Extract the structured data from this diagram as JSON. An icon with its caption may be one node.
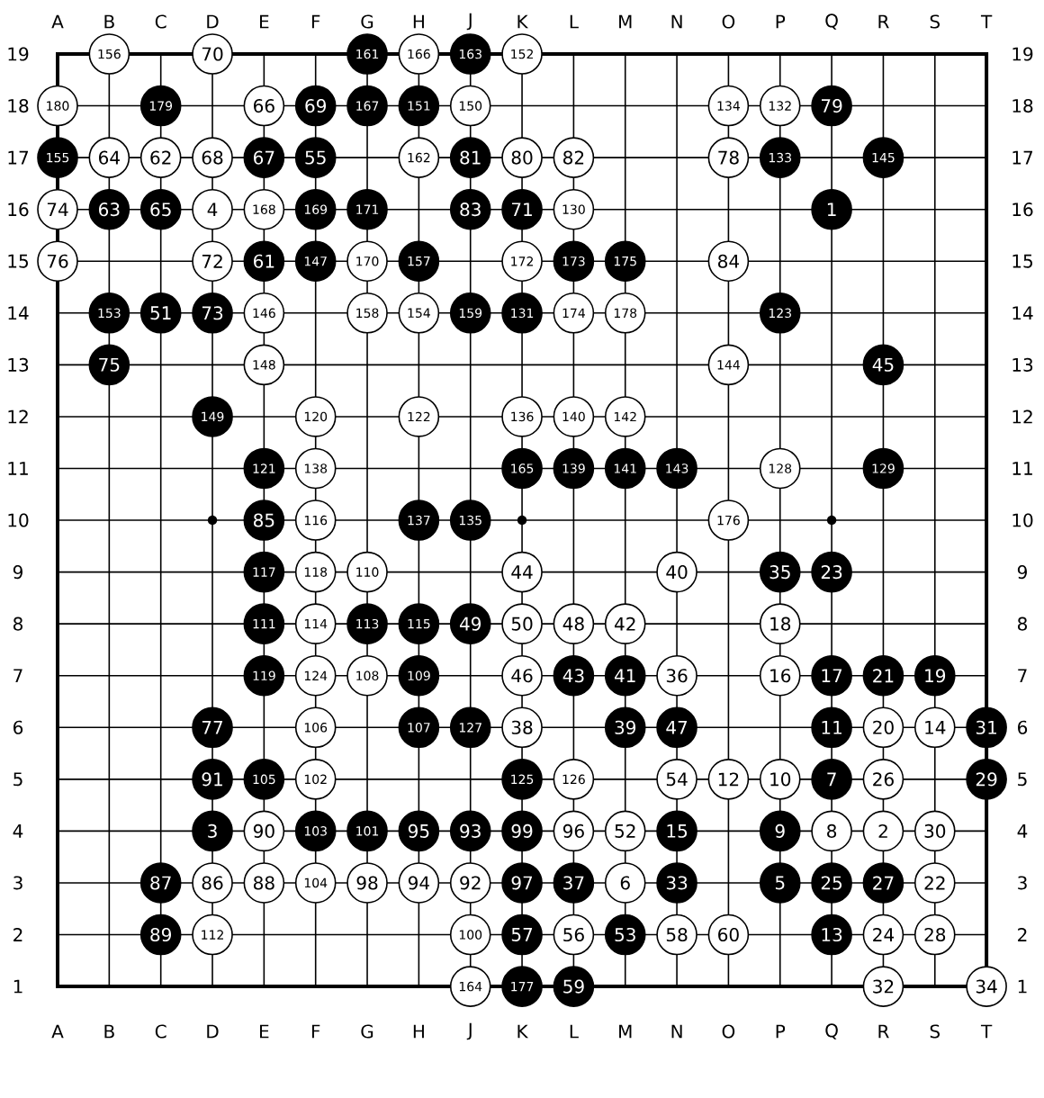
{
  "diagram": {
    "nodes": [
      {
        "text": [
          "156"
        ]
      },
      {
        "text": [
          "70"
        ]
      },
      {
        "text": [
          "161"
        ]
      },
      {
        "text": [
          "166"
        ]
      },
      {
        "text": [
          "163"
        ]
      },
      {
        "text": [
          "152"
        ]
      },
      {
        "text": [
          "180"
        ]
      },
      {
        "text": [
          "179"
        ]
      },
      {
        "text": [
          "66"
        ]
      },
      {
        "text": [
          "69"
        ]
      },
      {
        "text": [
          "167"
        ]
      },
      {
        "text": [
          "151"
        ]
      },
      {
        "text": [
          "150"
        ]
      },
      {
        "text": [
          "134"
        ]
      },
      {
        "text": [
          "132"
        ]
      },
      {
        "text": [
          "79"
        ]
      },
      {
        "text": [
          "155"
        ]
      },
      {
        "text": [
          "64"
        ]
      },
      {
        "text": [
          "62"
        ]
      },
      {
        "text": [
          "68"
        ]
      },
      {
        "text": [
          "67"
        ]
      },
      {
        "text": [
          "55"
        ]
      },
      {
        "text": [
          "162"
        ]
      },
      {
        "text": [
          "81"
        ]
      },
      {
        "text": [
          "80"
        ]
      },
      {
        "text": [
          "82"
        ]
      },
      {
        "text": [
          "78"
        ]
      },
      {
        "text": [
          "133"
        ]
      },
      {
        "text": [
          "145"
        ]
      },
      {
        "text": [
          "74"
        ]
      },
      {
        "text": [
          "63"
        ]
      },
      {
        "text": [
          "65"
        ]
      },
      {
        "text": [
          "4"
        ]
      },
      {
        "text": [
          "168"
        ]
      },
      {
        "text": [
          "169"
        ]
      },
      {
        "text": [
          "171"
        ]
      },
      {
        "text": [
          "83"
        ]
      },
      {
        "text": [
          "71"
        ]
      },
      {
        "text": [
          "130"
        ]
      },
      {
        "text": [
          "1"
        ]
      },
      {
        "text": [
          "76"
        ]
      },
      {
        "text": [
          "72"
        ]
      },
      {
        "text": [
          "61"
        ]
      },
      {
        "text": [
          "147"
        ]
      },
      {
        "text": [
          "170"
        ]
      },
      {
        "text": [
          "157"
        ]
      },
      {
        "text": [
          "172"
        ]
      },
      {
        "text": [
          "173"
        ]
      },
      {
        "text": [
          "175"
        ]
      },
      {
        "text": [
          "84"
        ]
      },
      {
        "text": [
          "153"
        ]
      },
      {
        "text": [
          "51"
        ]
      },
      {
        "text": [
          "73"
        ]
      },
      {
        "text": [
          "146"
        ]
      },
      {
        "text": [
          "158"
        ]
      },
      {
        "text": [
          "154"
        ]
      },
      {
        "text": [
          "159"
        ]
      },
      {
        "text": [
          "131"
        ]
      },
      {
        "text": [
          "174"
        ]
      },
      {
        "text": [
          "178"
        ]
      },
      {
        "text": [
          "123"
        ]
      },
      {
        "text": [
          "75"
        ]
      },
      {
        "text": [
          "148"
        ]
      },
      {
        "text": [
          "144"
        ]
      },
      {
        "text": [
          "45"
        ]
      },
      {
        "text": [
          "149"
        ]
      },
      {
        "text": [
          "120"
        ]
      },
      {
        "text": [
          "122"
        ]
      },
      {
        "text": [
          "136"
        ]
      },
      {
        "text": [
          "140"
        ]
      },
      {
        "text": [
          "142"
        ]
      },
      {
        "text": [
          "121"
        ]
      },
      {
        "text": [
          "138"
        ]
      },
      {
        "text": [
          "165"
        ]
      },
      {
        "text": [
          "139"
        ]
      },
      {
        "text": [
          "141"
        ]
      },
      {
        "text": [
          "143"
        ]
      },
      {
        "text": [
          "128"
        ]
      },
      {
        "text": [
          "129"
        ]
      },
      {
        "text": [
          "85"
        ]
      },
      {
        "text": [
          "116"
        ]
      },
      {
        "text": [
          "137"
        ]
      },
      {
        "text": [
          "135"
        ]
      },
      {
        "text": [
          "176"
        ]
      },
      {
        "text": [
          "117"
        ]
      },
      {
        "text": [
          "118"
        ]
      },
      {
        "text": [
          "110"
        ]
      },
      {
        "text": [
          "44"
        ]
      },
      {
        "text": [
          "40"
        ]
      },
      {
        "text": [
          "35"
        ]
      },
      {
        "text": [
          "23"
        ]
      },
      {
        "text": [
          "111"
        ]
      },
      {
        "text": [
          "114"
        ]
      },
      {
        "text": [
          "113"
        ]
      },
      {
        "text": [
          "115"
        ]
      },
      {
        "text": [
          "49"
        ]
      },
      {
        "text": [
          "50"
        ]
      },
      {
        "text": [
          "48"
        ]
      },
      {
        "text": [
          "42"
        ]
      },
      {
        "text": [
          "18"
        ]
      },
      {
        "text": [
          "119"
        ]
      },
      {
        "text": [
          "124"
        ]
      },
      {
        "text": [
          "108"
        ]
      },
      {
        "text": [
          "109"
        ]
      },
      {
        "text": [
          "46"
        ]
      },
      {
        "text": [
          "43"
        ]
      },
      {
        "text": [
          "41"
        ]
      },
      {
        "text": [
          "36"
        ]
      },
      {
        "text": [
          "16"
        ]
      },
      {
        "text": [
          "17"
        ]
      },
      {
        "text": [
          "21"
        ]
      },
      {
        "text": [
          "19"
        ]
      },
      {
        "text": [
          "77"
        ]
      },
      {
        "text": [
          "106"
        ]
      },
      {
        "text": [
          "107"
        ]
      },
      {
        "text": [
          "127"
        ]
      },
      {
        "text": [
          "38"
        ]
      },
      {
        "text": [
          "39"
        ]
      },
      {
        "text": [
          "47"
        ]
      },
      {
        "text": [
          "11"
        ]
      },
      {
        "text": [
          "20"
        ]
      },
      {
        "text": [
          "14"
        ]
      },
      {
        "text": [
          "31"
        ]
      },
      {
        "text": [
          "91"
        ]
      },
      {
        "text": [
          "105"
        ]
      },
      {
        "text": [
          "102"
        ]
      },
      {
        "text": [
          "125"
        ]
      },
      {
        "text": [
          "126"
        ]
      },
      {
        "text": [
          "54"
        ]
      },
      {
        "text": [
          "12"
        ]
      },
      {
        "text": [
          "10"
        ]
      },
      {
        "text": [
          "7"
        ]
      },
      {
        "text": [
          "26"
        ]
      },
      {
        "text": [
          "29"
        ]
      },
      {
        "text": [
          "3"
        ]
      },
      {
        "text": [
          "90"
        ]
      },
      {
        "text": [
          "103"
        ]
      },
      {
        "text": [
          "101"
        ]
      },
      {
        "text": [
          "95"
        ]
      },
      {
        "text": [
          "93"
        ]
      },
      {
        "text": [
          "99"
        ]
      },
      {
        "text": [
          "96"
        ]
      },
      {
        "text": [
          "52"
        ]
      },
      {
        "text": [
          "15"
        ]
      },
      {
        "text": [
          "9"
        ]
      },
      {
        "text": [
          "8"
        ]
      },
      {
        "text": [
          "2"
        ]
      },
      {
        "text": [
          "30"
        ]
      },
      {
        "text": [
          "87"
        ]
      },
      {
        "text": [
          "86"
        ]
      },
      {
        "text": [
          "88"
        ]
      },
      {
        "text": [
          "104"
        ]
      },
      {
        "text": [
          "98"
        ]
      },
      {
        "text": [
          "94"
        ]
      },
      {
        "text": [
          "92"
        ]
      },
      {
        "text": [
          "97"
        ]
      },
      {
        "text": [
          "37"
        ]
      },
      {
        "text": [
          "6"
        ]
      },
      {
        "text": [
          "33"
        ]
      },
      {
        "text": [
          "5"
        ]
      },
      {
        "text": [
          "25"
        ]
      },
      {
        "text": [
          "27"
        ]
      },
      {
        "text": [
          "22"
        ]
      },
      {
        "text": [
          "89"
        ]
      },
      {
        "text": [
          "112"
        ]
      },
      {
        "text": [
          "100"
        ]
      },
      {
        "text": [
          "57"
        ]
      },
      {
        "text": [
          "56"
        ]
      },
      {
        "text": [
          "53"
        ]
      },
      {
        "text": [
          "58"
        ]
      },
      {
        "text": [
          "60"
        ]
      },
      {
        "text": [
          "13"
        ]
      },
      {
        "text": [
          "24"
        ]
      },
      {
        "text": [
          "28"
        ]
      },
      {
        "text": [
          "164"
        ]
      },
      {
        "text": [
          "177"
        ]
      },
      {
        "text": [
          "59"
        ]
      },
      {
        "text": [
          "32"
        ]
      },
      {
        "text": [
          "34"
        ]
      }
    ],
    "labels": [
      "A",
      "B",
      "C",
      "D",
      "E",
      "F",
      "G",
      "H",
      "J",
      "K",
      "L",
      "M",
      "N",
      "O",
      "P",
      "Q",
      "R",
      "S",
      "T",
      "19",
      "19",
      "18",
      "18",
      "17",
      "17",
      "16",
      "16",
      "15",
      "15",
      "14",
      "14",
      "13",
      "13",
      "12",
      "12",
      "11",
      "11",
      "10",
      "10",
      "9",
      "9",
      "8",
      "8",
      "7",
      "7",
      "6",
      "6",
      "5",
      "5",
      "4",
      "4",
      "3",
      "3",
      "2",
      "2",
      "1",
      "1",
      "A",
      "B",
      "C",
      "D",
      "E",
      "F",
      "G",
      "H",
      "J",
      "K",
      "L",
      "M",
      "N",
      "O",
      "P",
      "Q",
      "R",
      "S",
      "T"
    ]
  }
}
